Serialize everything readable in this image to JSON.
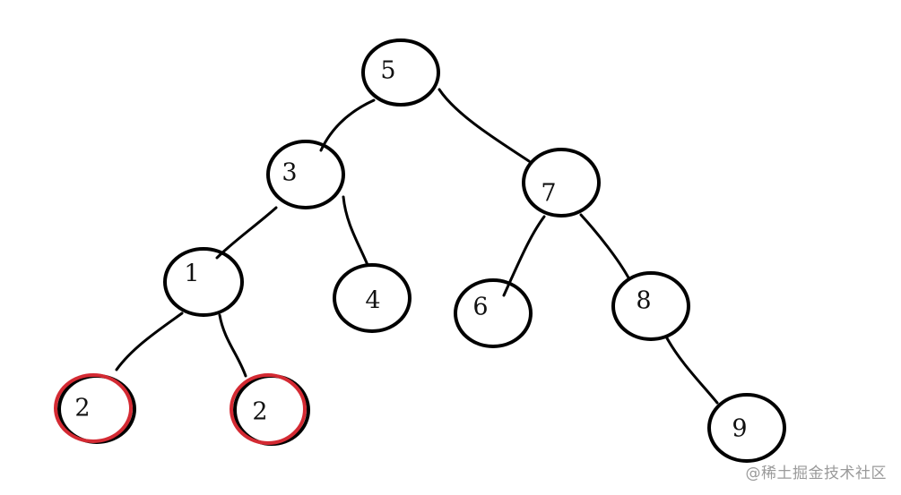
{
  "colors": {
    "background": "#ffffff",
    "ink": "#000000",
    "highlight": "#d42a33",
    "watermark": "#9a9a9a"
  },
  "tree": {
    "nodes": [
      {
        "id": "n5",
        "label": "5",
        "highlighted": false
      },
      {
        "id": "n3",
        "label": "3",
        "highlighted": false
      },
      {
        "id": "n7",
        "label": "7",
        "highlighted": false
      },
      {
        "id": "n1",
        "label": "1",
        "highlighted": false
      },
      {
        "id": "n4",
        "label": "4",
        "highlighted": false
      },
      {
        "id": "n6",
        "label": "6",
        "highlighted": false
      },
      {
        "id": "n8",
        "label": "8",
        "highlighted": false
      },
      {
        "id": "n2a",
        "label": "2",
        "highlighted": true
      },
      {
        "id": "n2b",
        "label": "2",
        "highlighted": true
      },
      {
        "id": "n9",
        "label": "9",
        "highlighted": false
      }
    ],
    "edges": [
      {
        "from": "n5",
        "to": "n3"
      },
      {
        "from": "n5",
        "to": "n7"
      },
      {
        "from": "n3",
        "to": "n1"
      },
      {
        "from": "n3",
        "to": "n4"
      },
      {
        "from": "n7",
        "to": "n6"
      },
      {
        "from": "n7",
        "to": "n8"
      },
      {
        "from": "n1",
        "to": "n2a"
      },
      {
        "from": "n1",
        "to": "n2b"
      },
      {
        "from": "n8",
        "to": "n9"
      }
    ]
  },
  "watermark": {
    "text": "@稀土掘金技术社区"
  }
}
